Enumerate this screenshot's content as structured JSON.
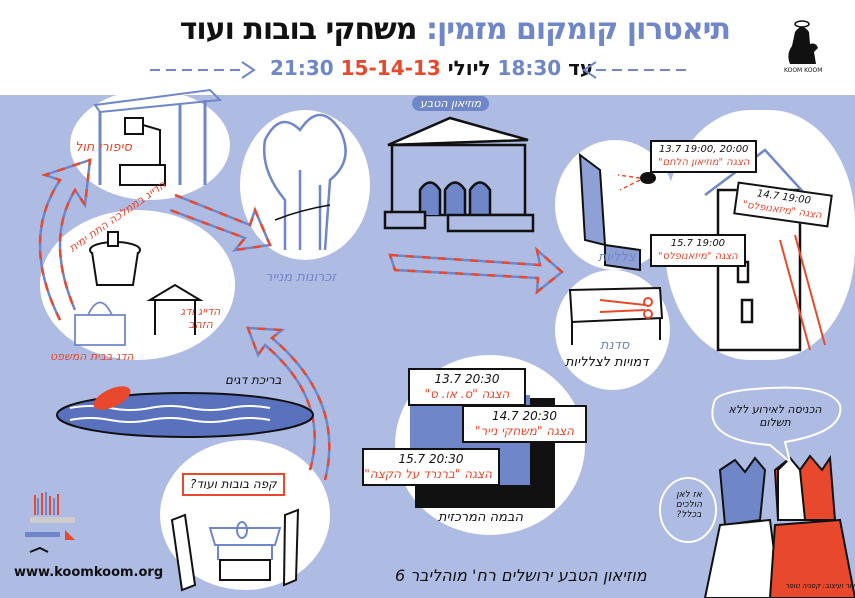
{
  "header": {
    "title_part1": "תיאטרון קומקום מזמין:",
    "title_part2": "משחקי בובות ועוד",
    "dates": "15-14-13",
    "month": "ליולי",
    "time_from": "18:30",
    "until": "עד",
    "time_to": "21:30"
  },
  "map": {
    "museum_badge": "מוזיאון הטבע",
    "sand_stories": "סיפורי חול",
    "paper_memories": "זכרונות מנייר",
    "underwater": "הדייג בממלכה התת ימית",
    "golden_fish": "הדייג ודג הזהב",
    "fish_court": "הדג בבית המשפט",
    "fish_pond": "בריכת דגים",
    "silhouettes": "צלליות",
    "workshop_line1": "סדנת",
    "workshop_line2": "דמויות לצלליות",
    "coffee_sign": "קפה בובות ועוד?",
    "main_stage": "הבמה המרכזית"
  },
  "stage_signs": [
    {
      "time": "13.7 20:30",
      "show": "הצגה \"ס. או. ס\""
    },
    {
      "time": "14.7 20:30",
      "show": "הצגה \"משחקי נייר\""
    },
    {
      "time": "15.7 20:30",
      "show": "הצגה \"ברנרד על הקצה\""
    }
  ],
  "tower_signs": [
    {
      "time": "13.7 19:00, 20:00",
      "show": "הצגה \"מוזיאון הלחם\""
    },
    {
      "time": "14.7 19:00",
      "show": "הצגה \"מיזאנופלס\""
    },
    {
      "time": "15.7 19:00",
      "show": "הצגה \"מיזאנופלס\""
    }
  ],
  "bubbles": {
    "free_entry": "הכניסה לאירוע ללא תשלום",
    "where_going": "אז לאן הולכים בכלל?"
  },
  "footer": {
    "address": "מוזיאון הטבע ירושלים רח' מוהליבר 6",
    "website": "www.koomkoom.org",
    "credit": "איור ועיצוב: קסניה טופר"
  },
  "logo": {
    "text": "KOOM KOOM"
  },
  "colors": {
    "blue": "#6f86c9",
    "red": "#e8492d",
    "background": "#aebbe3"
  }
}
